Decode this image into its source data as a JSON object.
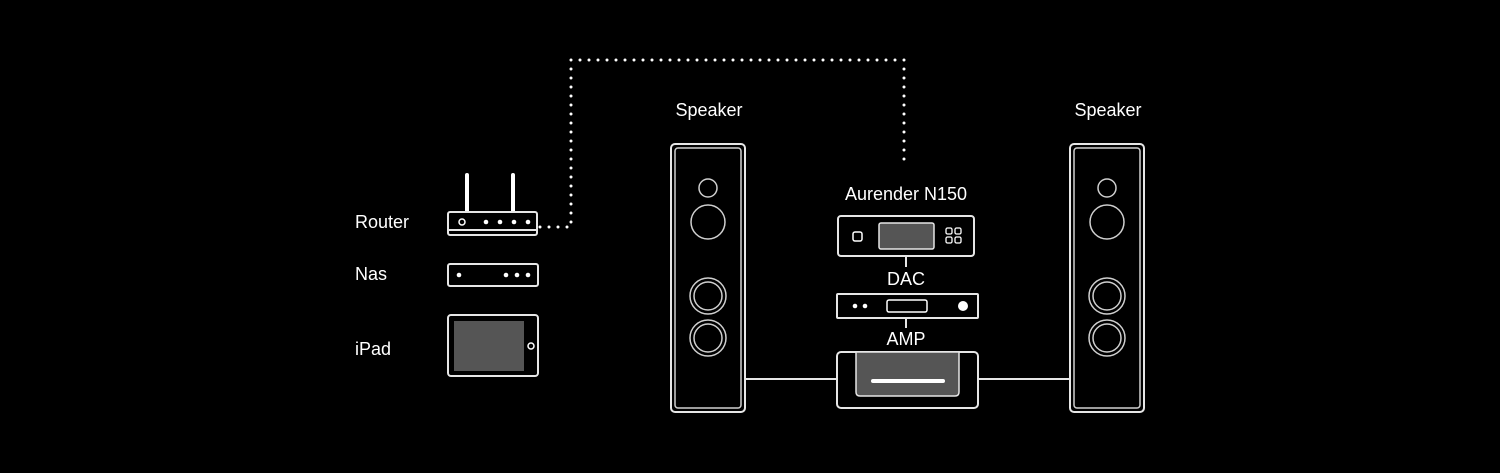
{
  "labels": {
    "speaker_left": "Speaker",
    "speaker_right": "Speaker",
    "router": "Router",
    "nas": "Nas",
    "ipad": "iPad",
    "streamer": "Aurender N150",
    "dac": "DAC",
    "amp": "AMP"
  },
  "colors": {
    "background": "#000000",
    "line": "#e6e6e6",
    "screen": "#555555"
  }
}
